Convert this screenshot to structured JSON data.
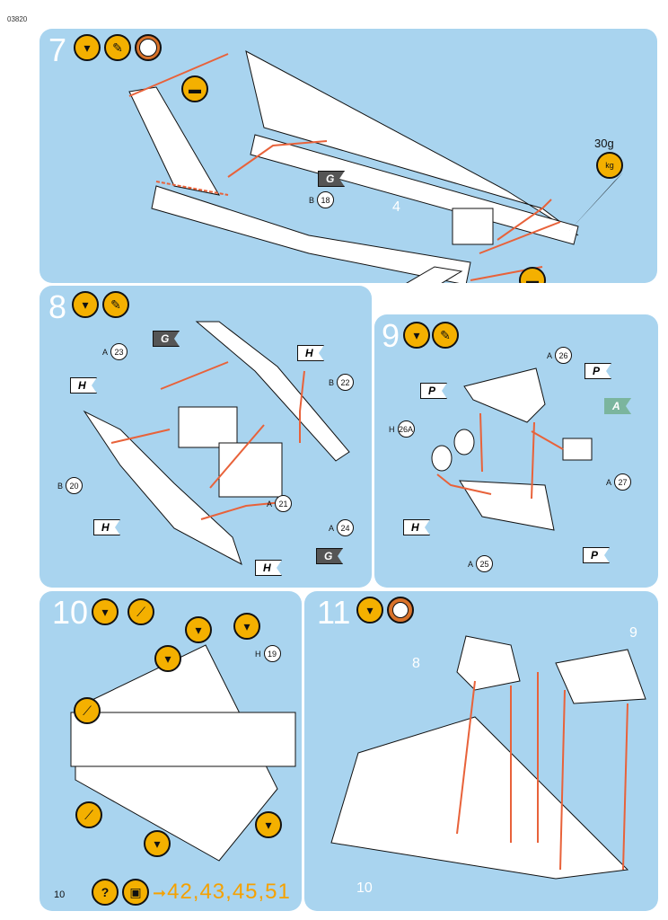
{
  "document": {
    "code": "03820",
    "page_number": "10"
  },
  "step7": {
    "number": "7",
    "weight": "30g",
    "weight_icon": "kg",
    "parts": [
      {
        "letter": "B",
        "num": "18"
      }
    ],
    "flag": "G",
    "callout": "4"
  },
  "step8": {
    "number": "8",
    "parts": [
      {
        "letter": "A",
        "num": "23"
      },
      {
        "letter": "B",
        "num": "22"
      },
      {
        "letter": "B",
        "num": "20"
      },
      {
        "letter": "A",
        "num": "21"
      },
      {
        "letter": "A",
        "num": "24"
      }
    ],
    "flags": [
      "G",
      "H",
      "H",
      "H",
      "H",
      "G"
    ]
  },
  "step9": {
    "number": "9",
    "parts": [
      {
        "letter": "A",
        "num": "26"
      },
      {
        "letter": "H",
        "num": "26A"
      },
      {
        "letter": "A",
        "num": "27"
      },
      {
        "letter": "A",
        "num": "25"
      }
    ],
    "flags": [
      "P",
      "P",
      "A",
      "H",
      "P"
    ]
  },
  "step10": {
    "number": "10",
    "parts": [
      {
        "letter": "H",
        "num": "19"
      }
    ]
  },
  "step11": {
    "number": "11",
    "callouts": [
      "8",
      "9",
      "10"
    ]
  },
  "references": {
    "help_icon": "?",
    "text": "42,43,45,51"
  },
  "colors": {
    "panel": "#a9d4ef",
    "accent": "#f4b000",
    "arrow": "#e8623a",
    "reference": "#f5a100"
  }
}
